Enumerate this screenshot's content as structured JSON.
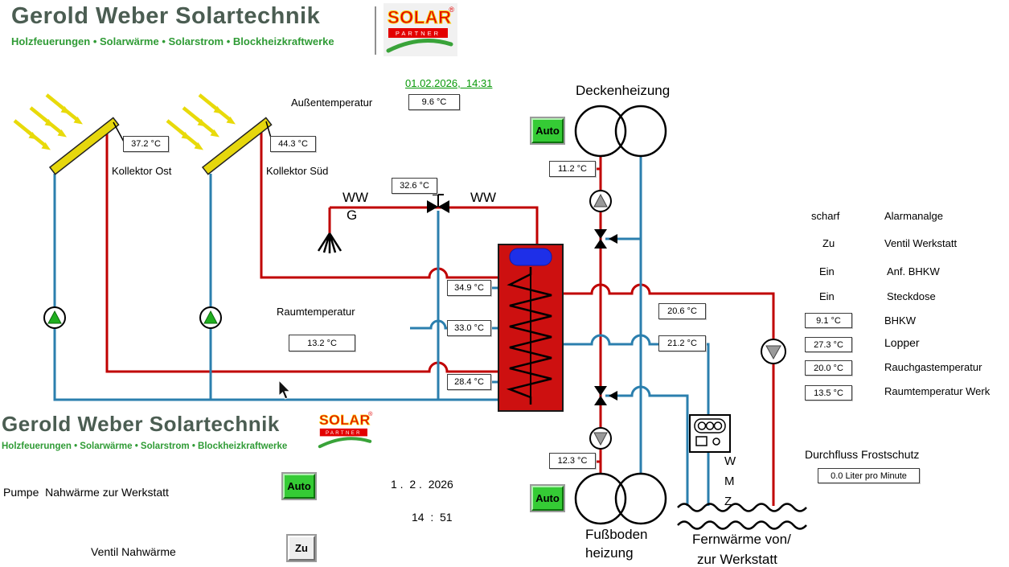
{
  "brand": {
    "title": "Gerold Weber Solartechnik",
    "subtitle": "Holzfeuerungen • Solarwärme • Solarstrom • Blockheizkraftwerke",
    "partner": {
      "solar": "SOLAR",
      "partner": "PARTNER",
      "reg": "®"
    }
  },
  "header": {
    "datetime": "01.02.2026,  14:31"
  },
  "outside": {
    "label": "Außentemperatur",
    "value": "9.6 °C"
  },
  "collectors": {
    "ost": {
      "label": "Kollektor Ost",
      "temp": "37.2 °C"
    },
    "sued": {
      "label": "Kollektor Süd",
      "temp": "44.3 °C"
    }
  },
  "ceiling": {
    "label": "Deckenheizung",
    "mode": "Auto",
    "temp": "11.2 °C"
  },
  "floor": {
    "label1": "Fußboden",
    "label2": "heizung",
    "mode": "Auto",
    "temp": "12.3 °C"
  },
  "ww": {
    "first": "WW",
    "g": "G",
    "second": "WW",
    "temp": "32.6 °C"
  },
  "tank": {
    "temp_top": "34.9 °C",
    "temp_mid": "33.0 °C",
    "temp_low": "28.4 °C"
  },
  "room": {
    "label": "Raumtemperatur",
    "value": "13.2 °C"
  },
  "circuit": {
    "supply": "20.6 °C",
    "return": "21.2 °C"
  },
  "status": {
    "rows": [
      {
        "value": "scharf",
        "label": "Alarmanalge"
      },
      {
        "value": "Zu",
        "label": "Ventil Werkstatt"
      },
      {
        "value": "Ein",
        "label": "Anf. BHKW"
      },
      {
        "value": "Ein",
        "label": "Steckdose"
      }
    ],
    "temps": [
      {
        "value": "9.1 °C",
        "label": "BHKW"
      },
      {
        "value": "27.3 °C",
        "label": "Lopper"
      },
      {
        "value": "20.0 °C",
        "label": "Rauchgastemperatur"
      },
      {
        "value": "13.5 °C",
        "label": "Raumtemperatur Werk"
      }
    ]
  },
  "wmz": {
    "w": "W",
    "m": "M",
    "z": "Z"
  },
  "frost": {
    "label": "Durchfluss Frostschutz",
    "value": "0.0 Liter pro Minute"
  },
  "nahwaerme": {
    "pump_label": "Pumpe  Nahwärme zur Werkstatt",
    "pump_mode": "Auto",
    "valve_label": "Ventil Nahwärme",
    "valve_state": "Zu"
  },
  "clock": {
    "date": "1 .  2 .  2026",
    "time": "14  :  51"
  },
  "fernwaerme": {
    "line1": "Fernwärme von/",
    "line2": "zur Werkstatt"
  }
}
